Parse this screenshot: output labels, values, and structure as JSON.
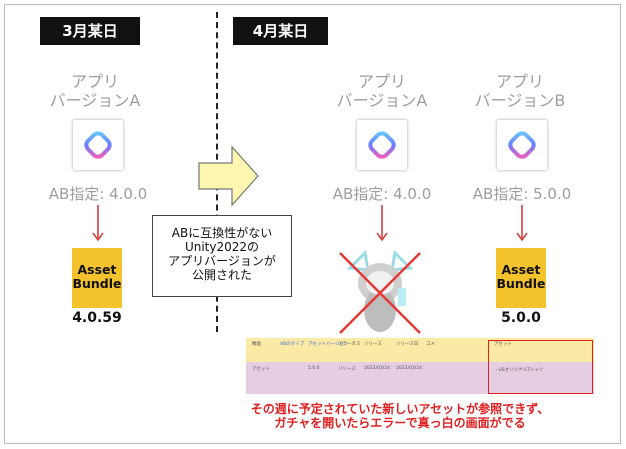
{
  "left": {
    "date_label": "3月某日",
    "app_title_line1": "アプリ",
    "app_title_line2": "バージョンA",
    "ab_spec": "AB指定: 4.0.0",
    "bundle_line1": "Asset",
    "bundle_line2": "Bundle",
    "bundle_version": "4.0.59"
  },
  "right": {
    "date_label": "4月某日",
    "app_a_title_line1": "アプリ",
    "app_a_title_line2": "バージョンA",
    "app_a_ab_spec": "AB指定: 4.0.0",
    "app_b_title_line1": "アプリ",
    "app_b_title_line2": "バージョンB",
    "app_b_ab_spec": "AB指定: 5.0.0",
    "bundle_line1": "Asset",
    "bundle_line2": "Bundle",
    "bundle_version": "5.0.0"
  },
  "callout": {
    "line1": "ABに互換性がない",
    "line2": "Unity2022の",
    "line3": "アプリバージョンが",
    "line4": "公開された"
  },
  "sheet": {
    "header": [
      "機能",
      "ABのタイプ",
      "アセットバージョン",
      "ステータス",
      "リリース",
      "リリース日",
      "コメ",
      "アセット"
    ],
    "row": [
      "アセット",
      "",
      "5.0.0",
      "リリース",
      "2023/03/24",
      "2023/03/24",
      "",
      "・USオリジナルTシャツ"
    ]
  },
  "caption": {
    "line1": "その週に予定されていた新しいアセットが参照できず、",
    "line2": "ガチャを開いたらエラーで真っ白の画面がでる"
  },
  "colors": {
    "bundle": "#f4c22c",
    "error_red": "#e02020",
    "arrow_yellow": "#fbf7b0"
  }
}
